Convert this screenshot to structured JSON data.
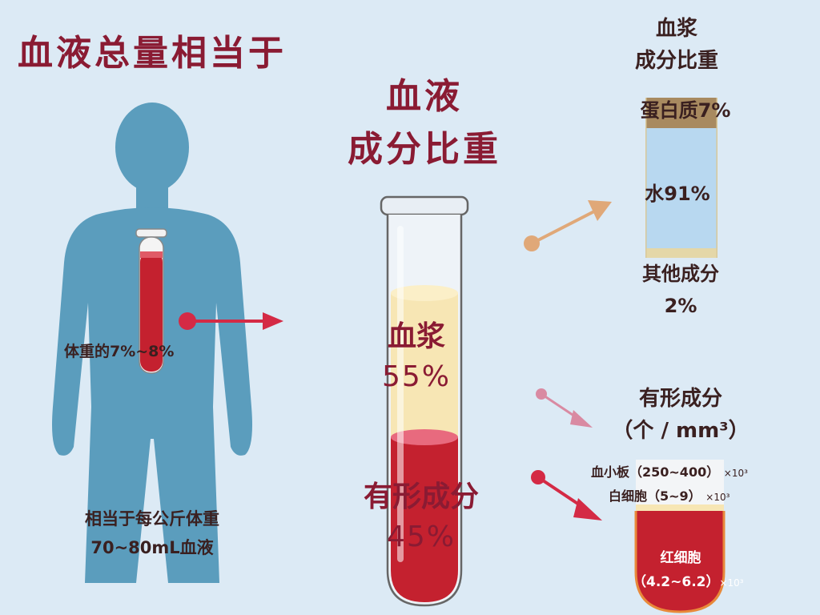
{
  "title": "血液总量相当于",
  "body": {
    "tube_label": "体重的7%~8%",
    "note_line1": "相当于每公斤体重",
    "note_line2": "70~80mL血液"
  },
  "center": {
    "title_line1": "血液",
    "title_line2": "成分比重",
    "plasma_label": "血浆",
    "plasma_pct": "55%",
    "formed_label": "有形成分",
    "formed_pct": "45%"
  },
  "plasma_detail": {
    "title_line1": "血浆",
    "title_line2": "成分比重",
    "protein": "蛋白质7%",
    "water": "水91%",
    "other_line1": "其他成分",
    "other_line2": "2%"
  },
  "formed_detail": {
    "title_line1": "有形成分",
    "title_line2": "（个 / mm³）",
    "platelet": "血小板（250~400）",
    "platelet_unit": "×10³",
    "wbc": "白细胞（5~9）",
    "wbc_unit": "×10³",
    "rbc_line1": "红细胞",
    "rbc_line2": "（4.2~6.2）",
    "rbc_unit": "×10³"
  },
  "colors": {
    "background": "#dceaf5",
    "body": "#5b9dbd",
    "blood": "#c4212f",
    "plasma": "#f7e6b4",
    "water": "#b8d8f0",
    "protein": "#a88a60",
    "arrow_red": "#d42a45",
    "arrow_tan": "#e0a878",
    "arrow_pink": "#d98aa2"
  }
}
